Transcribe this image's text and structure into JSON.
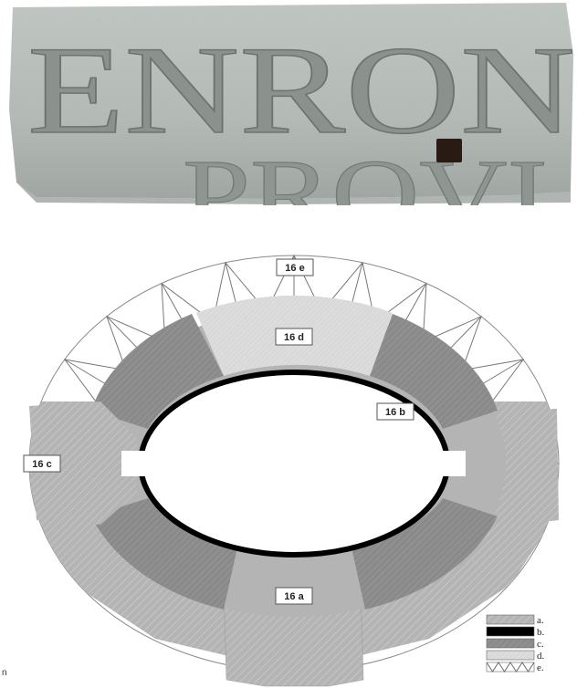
{
  "inscription": {
    "line1": "ENRON",
    "line2": "PROVI"
  },
  "plan": {
    "sections": [
      {
        "id": "a",
        "label": "16 a"
      },
      {
        "id": "b",
        "label": "16 b"
      },
      {
        "id": "c",
        "label": "16 c"
      },
      {
        "id": "d",
        "label": "16 d"
      },
      {
        "id": "e",
        "label": "16 e"
      }
    ],
    "legend": [
      {
        "key": "a.",
        "color": "#b4b4b4"
      },
      {
        "key": "b.",
        "color": "#000000"
      },
      {
        "key": "c.",
        "color": "#8a8a8a"
      },
      {
        "key": "d.",
        "color": "#dcdcdc"
      },
      {
        "key": "e.",
        "color": "#ffffff"
      }
    ]
  },
  "corner_letter": "n"
}
